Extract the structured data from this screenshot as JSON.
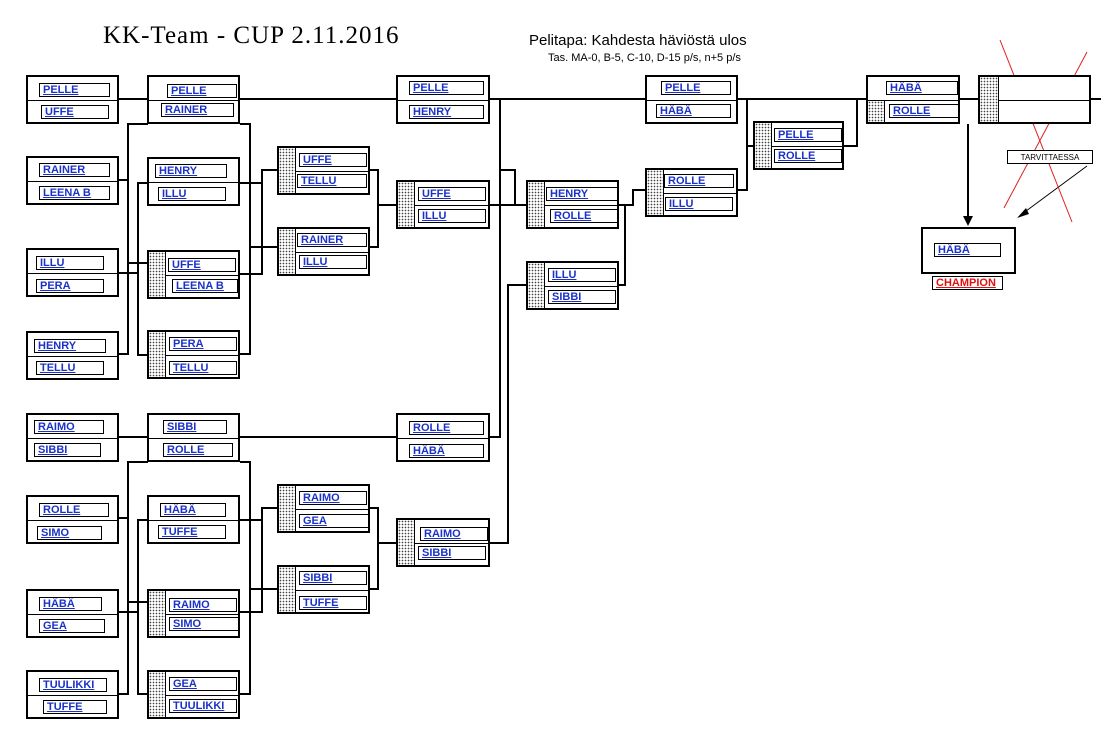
{
  "header": {
    "title": "KK-Team -  CUP 2.11.2016",
    "format": "Pelitapa:   Kahdesta häviöstä ulos",
    "handicap": "Tas. MA-0, B-5, C-10, D-15 p/s,  n+5 p/s"
  },
  "matches": [
    {
      "id": "m1",
      "players": [
        "PELLE",
        "UFFE"
      ]
    },
    {
      "id": "m2",
      "players": [
        "RAINER",
        "LEENA B"
      ]
    },
    {
      "id": "m3",
      "players": [
        "ILLU",
        "PERA"
      ]
    },
    {
      "id": "m4",
      "players": [
        "HENRY",
        "TELLU"
      ]
    },
    {
      "id": "m5",
      "players": [
        "RAIMO",
        "SIBBI"
      ]
    },
    {
      "id": "m6",
      "players": [
        "ROLLE",
        "SIMO"
      ]
    },
    {
      "id": "m7",
      "players": [
        "HÄBÄ",
        "GEA"
      ]
    },
    {
      "id": "m8",
      "players": [
        "TUULIKKI",
        "TUFFE"
      ]
    },
    {
      "id": "m9",
      "players": [
        "PELLE",
        "RAINER"
      ]
    },
    {
      "id": "m10",
      "players": [
        "HENRY",
        "ILLU"
      ]
    },
    {
      "id": "m11",
      "players": [
        "UFFE",
        "LEENA B"
      ]
    },
    {
      "id": "m12",
      "players": [
        "PERA",
        "TELLU"
      ]
    },
    {
      "id": "m13",
      "players": [
        "SIBBI",
        "ROLLE"
      ]
    },
    {
      "id": "m14",
      "players": [
        "HÄBÄ",
        "TUFFE"
      ]
    },
    {
      "id": "m15",
      "players": [
        "RAIMO",
        "SIMO"
      ]
    },
    {
      "id": "m16",
      "players": [
        "GEA",
        "TUULIKKI"
      ]
    },
    {
      "id": "m17",
      "players": [
        "UFFE",
        "TELLU"
      ]
    },
    {
      "id": "m18",
      "players": [
        "RAINER",
        "ILLU"
      ]
    },
    {
      "id": "m19",
      "players": [
        "RAIMO",
        "GEA"
      ]
    },
    {
      "id": "m20",
      "players": [
        "SIBBI",
        "TUFFE"
      ]
    },
    {
      "id": "m21",
      "players": [
        "PELLE",
        "HENRY"
      ]
    },
    {
      "id": "m22",
      "players": [
        "UFFE",
        "ILLU"
      ]
    },
    {
      "id": "m23",
      "players": [
        "ROLLE",
        "HÄBÄ"
      ]
    },
    {
      "id": "m24",
      "players": [
        "RAIMO",
        "SIBBI"
      ]
    },
    {
      "id": "m25",
      "players": [
        "HENRY",
        "ROLLE"
      ]
    },
    {
      "id": "m26",
      "players": [
        "ILLU",
        "SIBBI"
      ]
    },
    {
      "id": "m27",
      "players": [
        "PELLE",
        "HÄBÄ"
      ]
    },
    {
      "id": "m28",
      "players": [
        "ROLLE",
        "ILLU"
      ]
    },
    {
      "id": "m29",
      "players": [
        "PELLE",
        "ROLLE"
      ]
    },
    {
      "id": "m30",
      "players": [
        "HÄBÄ",
        "ROLLE"
      ]
    },
    {
      "id": "m31",
      "players": [
        "",
        ""
      ]
    }
  ],
  "note": "TARVITTAESSA",
  "champion": {
    "name": "HÄBÄ",
    "label": "CHAMPION"
  }
}
